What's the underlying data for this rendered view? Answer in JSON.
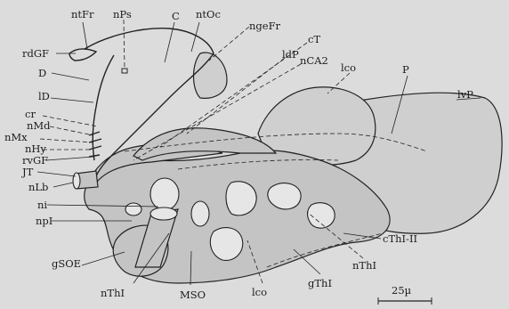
{
  "colors": {
    "paper": "#dcdcdc",
    "tissue_dark": "#c4c4c4",
    "tissue_light": "#cfcfcf",
    "ink": "#1b1b1b"
  },
  "labels": {
    "ntFr": "ntFr",
    "nPs": "nPs",
    "C": "C",
    "ntOc": "ntOc",
    "ngeFr": "ngeFr",
    "ldP": "ldP",
    "cT": "cT",
    "nCA2": "nCA2",
    "rdGF": "rdGF",
    "D": "D",
    "lD": "lD",
    "cr": "cr",
    "nMd": "nMd",
    "nMx": "nMx",
    "nHy": "nHy",
    "rvGF": "rvGF",
    "JT": "JT",
    "nLb": "nLb",
    "ni": "ni",
    "npI": "npI",
    "gSOE": "gSOE",
    "nThI_left": "nThI",
    "MSO": "MSO",
    "lco_bottom": "lco",
    "gThI": "gThI",
    "nThI_right": "nThI",
    "cThI_II": "cThI-II",
    "lco_top": "lco",
    "P": "P",
    "lvP": "lvP"
  },
  "scale_bar": {
    "label": "25µ"
  }
}
